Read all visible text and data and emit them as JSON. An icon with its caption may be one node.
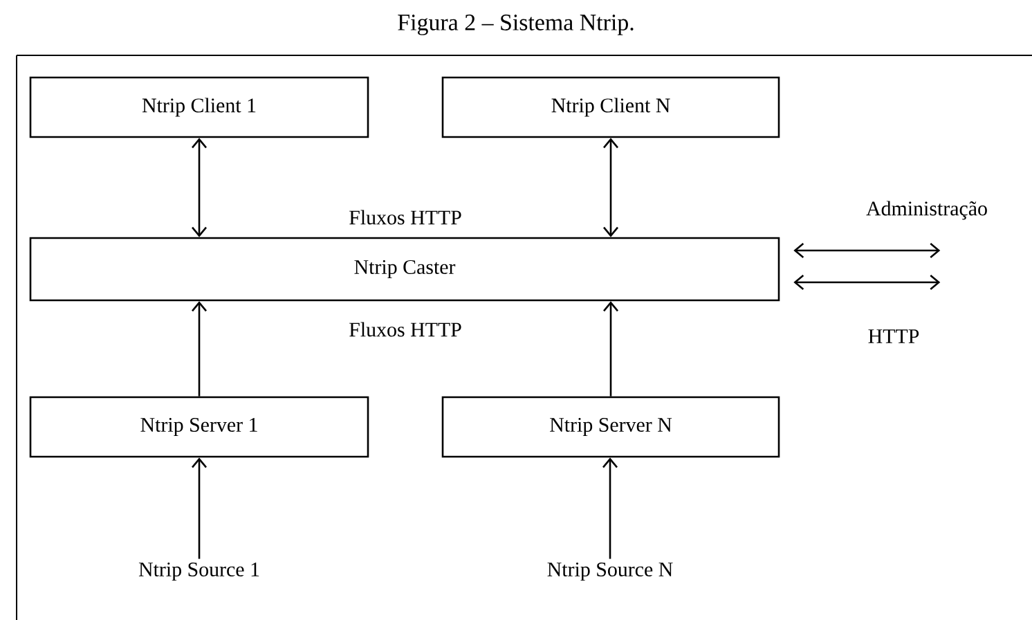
{
  "diagram": {
    "title": "Figura 2 – Sistema Ntrip.",
    "nodes": [
      {
        "text": [
          "Ntrip Client 1"
        ]
      },
      {
        "text": [
          "Ntrip Client N"
        ]
      },
      {
        "text": [
          "Ntrip Caster"
        ]
      },
      {
        "text": [
          "Ntrip Server 1"
        ]
      },
      {
        "text": [
          "Ntrip Server N"
        ]
      },
      {
        "text": [
          "Ntrip Source 1"
        ]
      },
      {
        "text": [
          "Ntrip Source N"
        ]
      }
    ],
    "edges": [
      {
        "from": 0,
        "to": 2,
        "arrow": "both"
      },
      {
        "from": 1,
        "to": 2,
        "arrow": "both"
      },
      {
        "from": 3,
        "to": 2,
        "arrow": "to"
      },
      {
        "from": 4,
        "to": 2,
        "arrow": "to"
      },
      {
        "from": 5,
        "to": 3,
        "arrow": "to"
      },
      {
        "from": 6,
        "to": 4,
        "arrow": "to"
      },
      {
        "from": 2,
        "to": null,
        "arrow": "both"
      },
      {
        "from": 2,
        "to": null,
        "arrow": "both"
      }
    ],
    "labels": [
      "Fluxos HTTP",
      "Administração",
      "Fluxos HTTP",
      "HTTP"
    ]
  }
}
